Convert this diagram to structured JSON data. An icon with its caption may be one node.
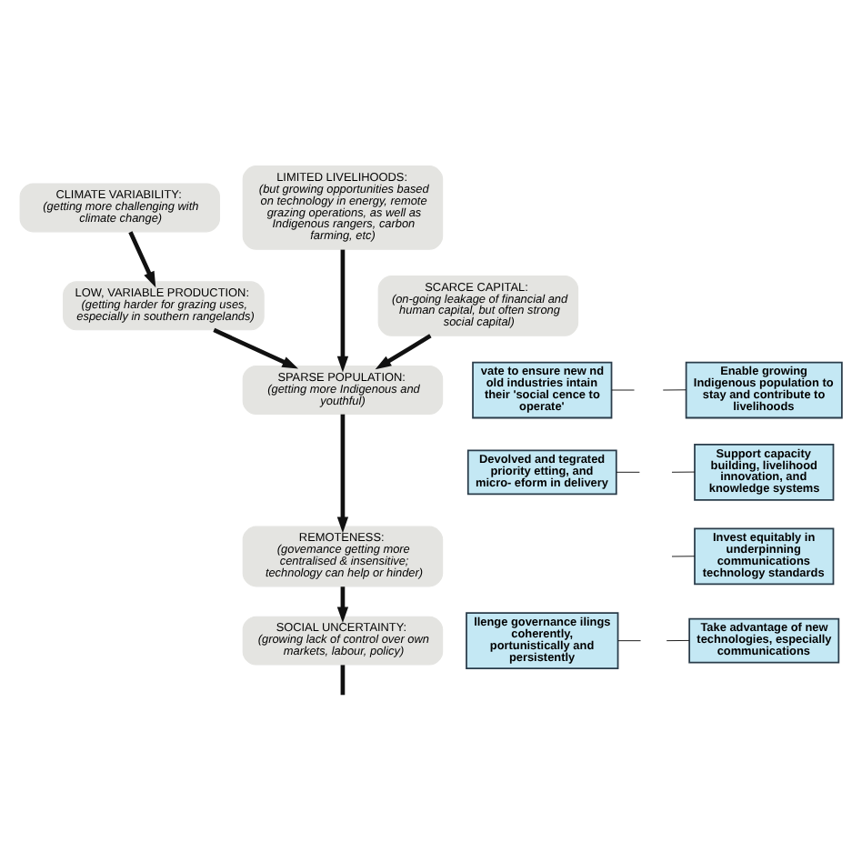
{
  "diagram": {
    "nodes": [
      {
        "text": [
          "CLIMATE VARIABILITY:",
          "(getting more challenging with climate change)"
        ]
      },
      {
        "text": [
          "LOW, VARIABLE PRODUCTION:",
          "(getting harder for grazing uses, especially in southern rangelands)"
        ]
      },
      {
        "text": [
          "LIMITED LIVELIHOODS:",
          "(but growing opportunities based on technology in energy, remote grazing operations, as well as Indigenous rangers, carbon farming, etc)"
        ]
      },
      {
        "text": [
          "SCARCE CAPITAL:",
          "(on-going leakage of financial and human capital, but often strong social capital)"
        ]
      },
      {
        "text": [
          "SPARSE POPULATION:",
          "(getting more Indigenous and youthful)"
        ]
      },
      {
        "text": [
          "REMOTENESS:",
          "(govemance getting more centralised & insensitive; technology can help or hinder)"
        ]
      },
      {
        "text": [
          "SOCIAL UNCERTAINTY:",
          "(growing lack of control over own markets, labour, policy)"
        ]
      },
      {
        "text": [
          "vate to ensure new nd old industries intain their 'social cence to operate'"
        ]
      },
      {
        "text": [
          "Devolved and tegrated priority etting, and micro- eform in delivery"
        ]
      },
      {
        "text": [
          "llenge governance ilings coherently, portunistically and persistently"
        ]
      },
      {
        "text": [
          "Enable growing Indigenous population to stay and contribute to livelihoods"
        ]
      },
      {
        "text": [
          "Support capacity building, livelihood innovation, and knowledge systems"
        ]
      },
      {
        "text": [
          "Invest equitably in underpinning communications technology standards"
        ]
      },
      {
        "text": [
          "Take advantage of new technologies, especially communications"
        ]
      }
    ],
    "edges": [
      {
        "from": 0,
        "to": 1,
        "arrow": "to",
        "style": "thick"
      },
      {
        "from": 1,
        "to": 4,
        "arrow": "to",
        "style": "thick"
      },
      {
        "from": 2,
        "to": 4,
        "arrow": "to",
        "style": "thick"
      },
      {
        "from": 3,
        "to": 4,
        "arrow": "to",
        "style": "thick"
      },
      {
        "from": 4,
        "to": 5,
        "arrow": "to",
        "style": "thick"
      },
      {
        "from": 5,
        "to": 6,
        "arrow": "to",
        "style": "thick"
      },
      {
        "from": 6,
        "to": null,
        "arrow": "none",
        "style": "thick"
      },
      {
        "from": 7,
        "to": null,
        "arrow": "none"
      },
      {
        "from": 8,
        "to": null,
        "arrow": "none"
      },
      {
        "from": 9,
        "to": null,
        "arrow": "none"
      },
      {
        "from": 10,
        "to": null,
        "arrow": "none"
      },
      {
        "from": 11,
        "to": null,
        "arrow": "none"
      },
      {
        "from": 12,
        "to": null,
        "arrow": "none"
      },
      {
        "from": 13,
        "to": null,
        "arrow": "none"
      }
    ]
  }
}
